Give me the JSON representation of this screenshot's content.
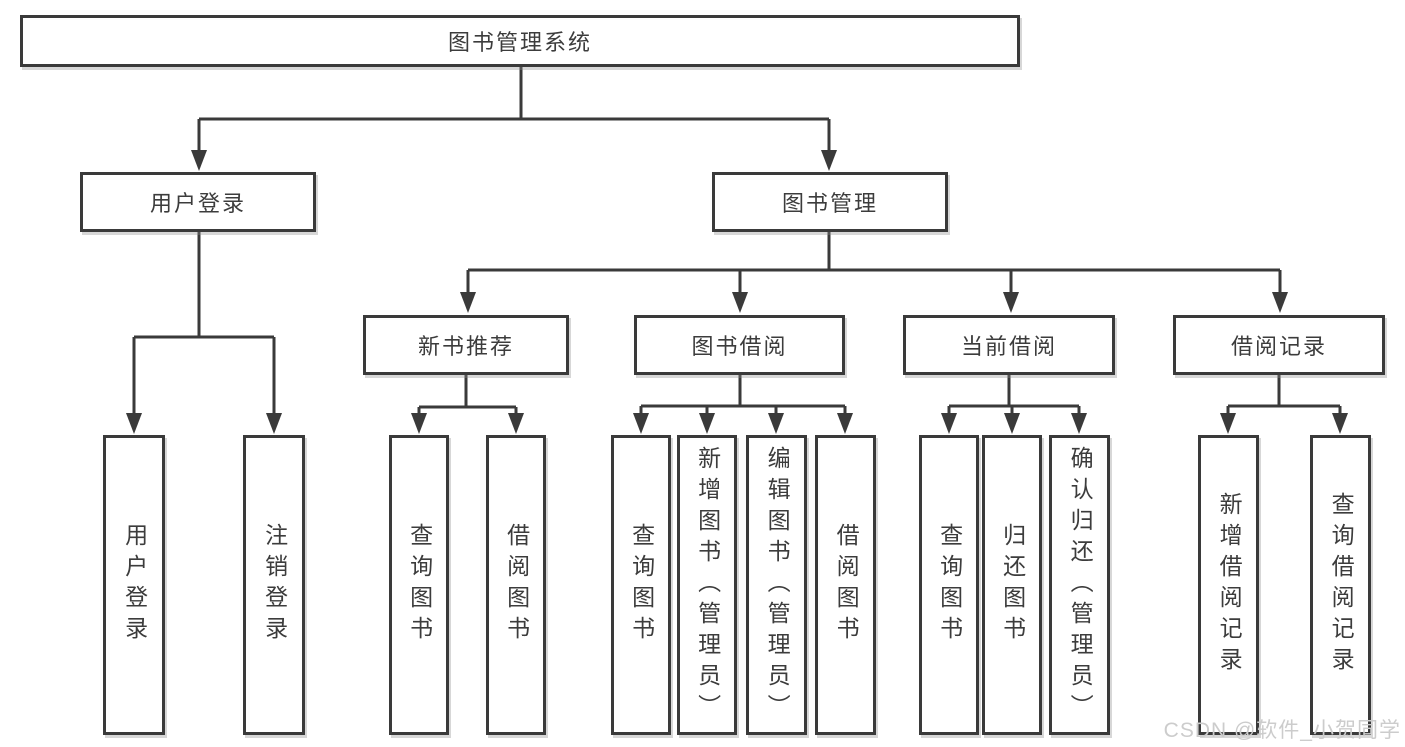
{
  "diagram": {
    "root": {
      "label": "图书管理系统"
    },
    "level2": [
      {
        "label": "用户登录"
      },
      {
        "label": "图书管理"
      }
    ],
    "level3": [
      {
        "label": "新书推荐"
      },
      {
        "label": "图书借阅"
      },
      {
        "label": "当前借阅"
      },
      {
        "label": "借阅记录"
      }
    ],
    "leaves": [
      {
        "label": "用户登录"
      },
      {
        "label": "注销登录"
      },
      {
        "label": "查询图书"
      },
      {
        "label": "借阅图书"
      },
      {
        "label": "查询图书"
      },
      {
        "label": "新增图书（管理员）"
      },
      {
        "label": "编辑图书（管理员）"
      },
      {
        "label": "借阅图书"
      },
      {
        "label": "查询图书"
      },
      {
        "label": "归还图书"
      },
      {
        "label": "确认归还（管理员）"
      },
      {
        "label": "新增借阅记录"
      },
      {
        "label": "查询借阅记录"
      }
    ]
  },
  "watermark": {
    "text": "CSDN @软件_小贺同学"
  },
  "colors": {
    "line": "#3a3a3a",
    "text": "#3c3c3c",
    "boxbg": "#ffffff",
    "watermark": "#cccccc"
  }
}
